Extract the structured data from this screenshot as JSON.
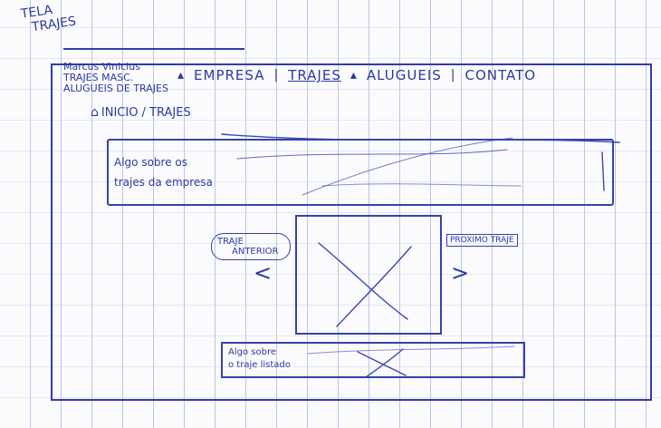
{
  "sheet_label": [
    "TELA",
    "TRAJES"
  ],
  "brand": {
    "lines": [
      "Marcus Vinicius",
      "TRAJES MASC.",
      "ALUGUEIS DE TRAJES"
    ]
  },
  "nav": {
    "items": [
      {
        "label": "EMPRESA",
        "active": false
      },
      {
        "label": "TRAJES",
        "active": true
      },
      {
        "label": "ALUGUEIS",
        "active": false
      },
      {
        "label": "CONTATO",
        "active": false
      }
    ],
    "separator": "|"
  },
  "breadcrumb": {
    "home_icon": "home-icon",
    "text": "INICIO / TRAJES"
  },
  "intro": {
    "lines": [
      "Algo sobre os",
      "trajes da empresa"
    ]
  },
  "carousel": {
    "prev_label": [
      "TRAJE",
      "ANTERIOR"
    ],
    "next_label": "PROXIMO TRAJE",
    "prev_arrow": "<",
    "next_arrow": ">"
  },
  "detail": {
    "lines": [
      "Algo sobre",
      "o traje listado"
    ]
  },
  "colors": {
    "ink": "#2f3ea6",
    "paper": "#fbfbfd",
    "rule": "#b9c6e6"
  }
}
